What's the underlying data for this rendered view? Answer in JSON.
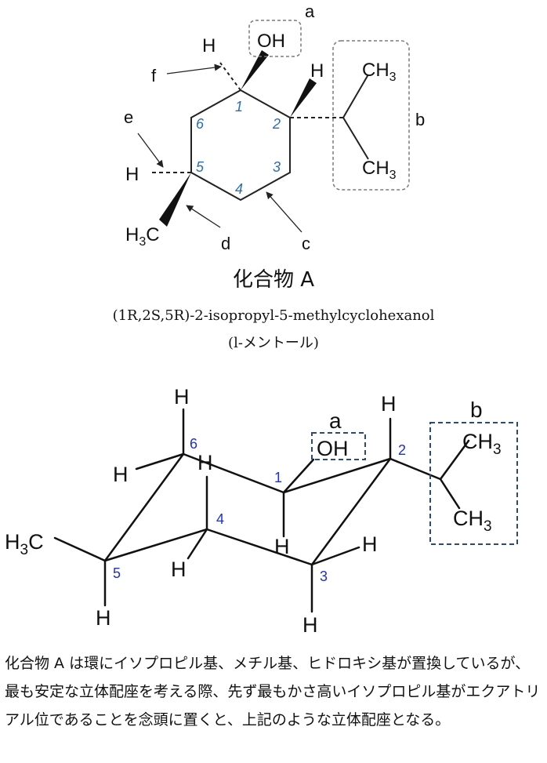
{
  "top": {
    "labels": {
      "oh": "OH",
      "h": "H",
      "ch3": "CH",
      "sub3": "3",
      "h3": "H",
      "a": "a",
      "b": "b",
      "c": "c",
      "d": "d",
      "e": "e",
      "f": "f"
    },
    "numbers": [
      "1",
      "2",
      "3",
      "4",
      "5",
      "6"
    ],
    "caption_title": "化合物 A",
    "caption_name": "(1R,2S,5R)-2-isopropyl-5-methylcyclohexanol",
    "caption_common": "(l-メントール)"
  },
  "bottom": {
    "labels": {
      "oh": "OH",
      "h": "H",
      "ch3": "CH",
      "sub3": "3",
      "a": "a",
      "b": "b"
    },
    "numbers": [
      "1",
      "2",
      "3",
      "4",
      "5",
      "6"
    ]
  },
  "description": "化合物 A は環にイソプロピル基、メチル基、ヒドロキシ基が置換しているが、最も安定な立体配座を考える際、先ず最もかさ高いイソプロピル基がエクアトリアル位であることを念頭に置くと、上記のような立体配座となる。",
  "colors": {
    "number_top": "#2a6db5",
    "number_bottom": "#1f2fd1",
    "box_top": "#7a7a7a",
    "box_bottom": "#2b4a7a"
  }
}
